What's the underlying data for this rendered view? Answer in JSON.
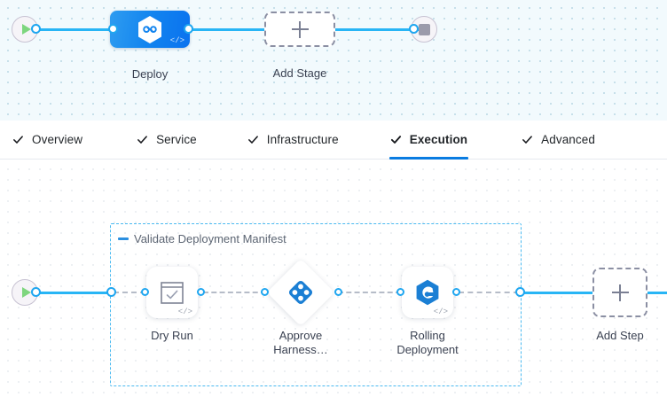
{
  "pipeline": {
    "stage_graph": {
      "start_node": {
        "name": "start-node",
        "icon": "play-icon"
      },
      "end_node": {
        "name": "end-node",
        "icon": "stop-icon"
      },
      "stages": [
        {
          "label": "Deploy",
          "icon": "harness-deploy-icon",
          "code_glyph": "</>",
          "selected": true
        }
      ],
      "add_stage": {
        "label": "Add Stage",
        "icon": "plus-icon"
      }
    }
  },
  "tabs": [
    {
      "label": "Overview",
      "icon": "check-icon",
      "active": false
    },
    {
      "label": "Service",
      "icon": "check-icon",
      "active": false
    },
    {
      "label": "Infrastructure",
      "icon": "check-icon",
      "active": false
    },
    {
      "label": "Execution",
      "icon": "check-icon",
      "active": true
    },
    {
      "label": "Advanced",
      "icon": "check-icon",
      "active": false
    }
  ],
  "execution_graph": {
    "start_node": {
      "name": "execution-start-node",
      "icon": "play-icon"
    },
    "step_group": {
      "title": "Validate Deployment Manifest",
      "collapse_icon": "collapse-minus-icon"
    },
    "steps": [
      {
        "label": "Dry Run",
        "icon": "dry-run-icon",
        "code_glyph": "</>",
        "shape": "rounded"
      },
      {
        "label": "Approve\nHarness…",
        "icon": "harness-approval-icon",
        "code_glyph": "",
        "shape": "diamond"
      },
      {
        "label": "Rolling\nDeployment",
        "icon": "rolling-deployment-icon",
        "code_glyph": "</>",
        "shape": "rounded"
      }
    ],
    "add_step": {
      "label": "Add Step",
      "icon": "plus-icon"
    }
  },
  "colors": {
    "accent_blue": "#0a7ce1",
    "link_blue": "#28b5f5",
    "port_blue": "#1fa6f0",
    "group_border": "#49b9f0",
    "dashed_gray": "#b6bcc8",
    "stage_gradient_from": "#2e9cf0",
    "stage_gradient_to": "#0a72ef",
    "canvas_top_bg": "#f2fafd",
    "canvas_bottom_bg": "#ffffff",
    "play_green": "#7ed67e",
    "stop_gray": "#9b9bab"
  }
}
